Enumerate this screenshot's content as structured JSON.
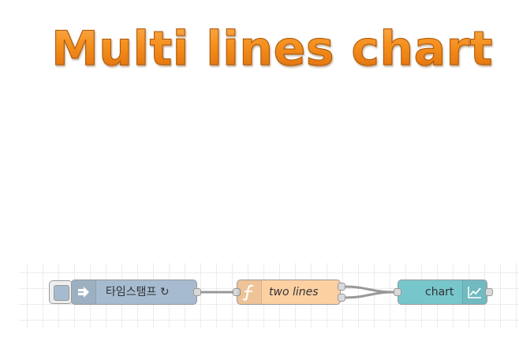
{
  "page": {
    "title": "Multi lines chart"
  },
  "flow": {
    "nodes": [
      {
        "id": "inject",
        "type": "inject",
        "label": "타임스탬프 ↻",
        "color": "#a6bbcf",
        "icon": "arrow-in-icon"
      },
      {
        "id": "function",
        "type": "function",
        "label": "two lines",
        "color": "#fdd0a2",
        "icon": "function-icon"
      },
      {
        "id": "chart",
        "type": "ui_chart",
        "label": "chart",
        "color": "#77c6cc",
        "icon": "chart-line-icon"
      }
    ],
    "wires": [
      {
        "from": "inject",
        "to": "function"
      },
      {
        "from": "function",
        "to": "chart"
      },
      {
        "from": "function",
        "to": "chart"
      }
    ]
  }
}
